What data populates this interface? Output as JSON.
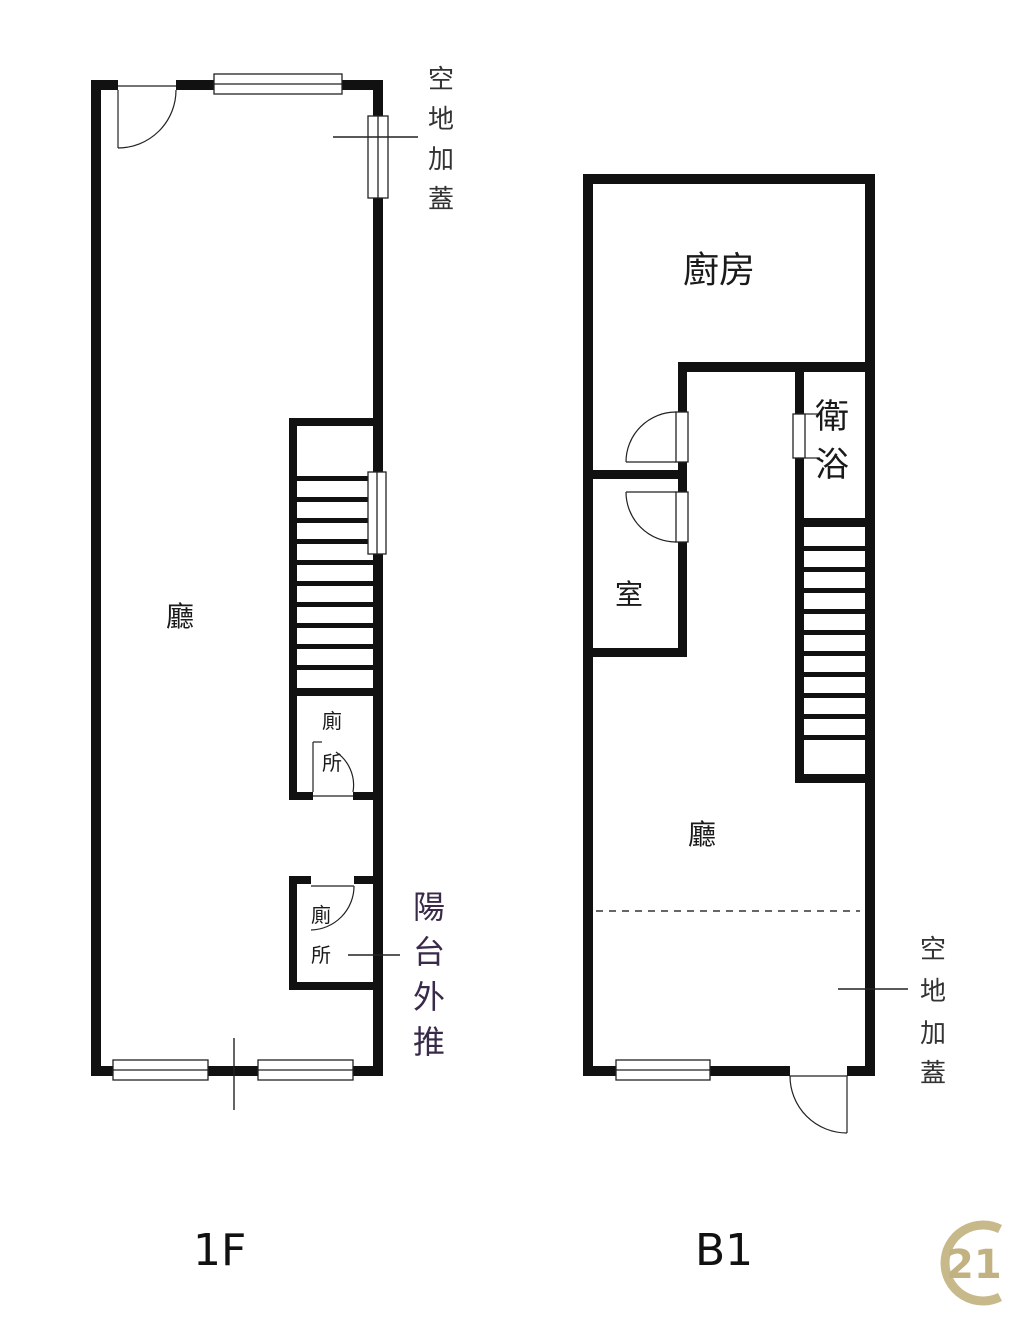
{
  "floors": [
    {
      "id": "1F",
      "label": "1F",
      "rooms": {
        "living": "廳",
        "toilet_upper": [
          "廁",
          "所"
        ],
        "toilet_lower": [
          "廁",
          "所"
        ]
      },
      "notes": {
        "extension_top": [
          "空",
          "地",
          "加",
          "蓋"
        ],
        "balcony": [
          "陽",
          "台",
          "外",
          "推"
        ]
      }
    },
    {
      "id": "B1",
      "label": "B1",
      "rooms": {
        "kitchen": "廚房",
        "bathroom": [
          "衛",
          "浴"
        ],
        "room": "室",
        "living": "廳"
      },
      "notes": {
        "extension_bottom": [
          "空",
          "地",
          "加",
          "蓋"
        ]
      }
    }
  ],
  "logo": {
    "text": "21",
    "color": "#c2b282"
  },
  "colors": {
    "wall": "#111111",
    "background": "#ffffff"
  }
}
